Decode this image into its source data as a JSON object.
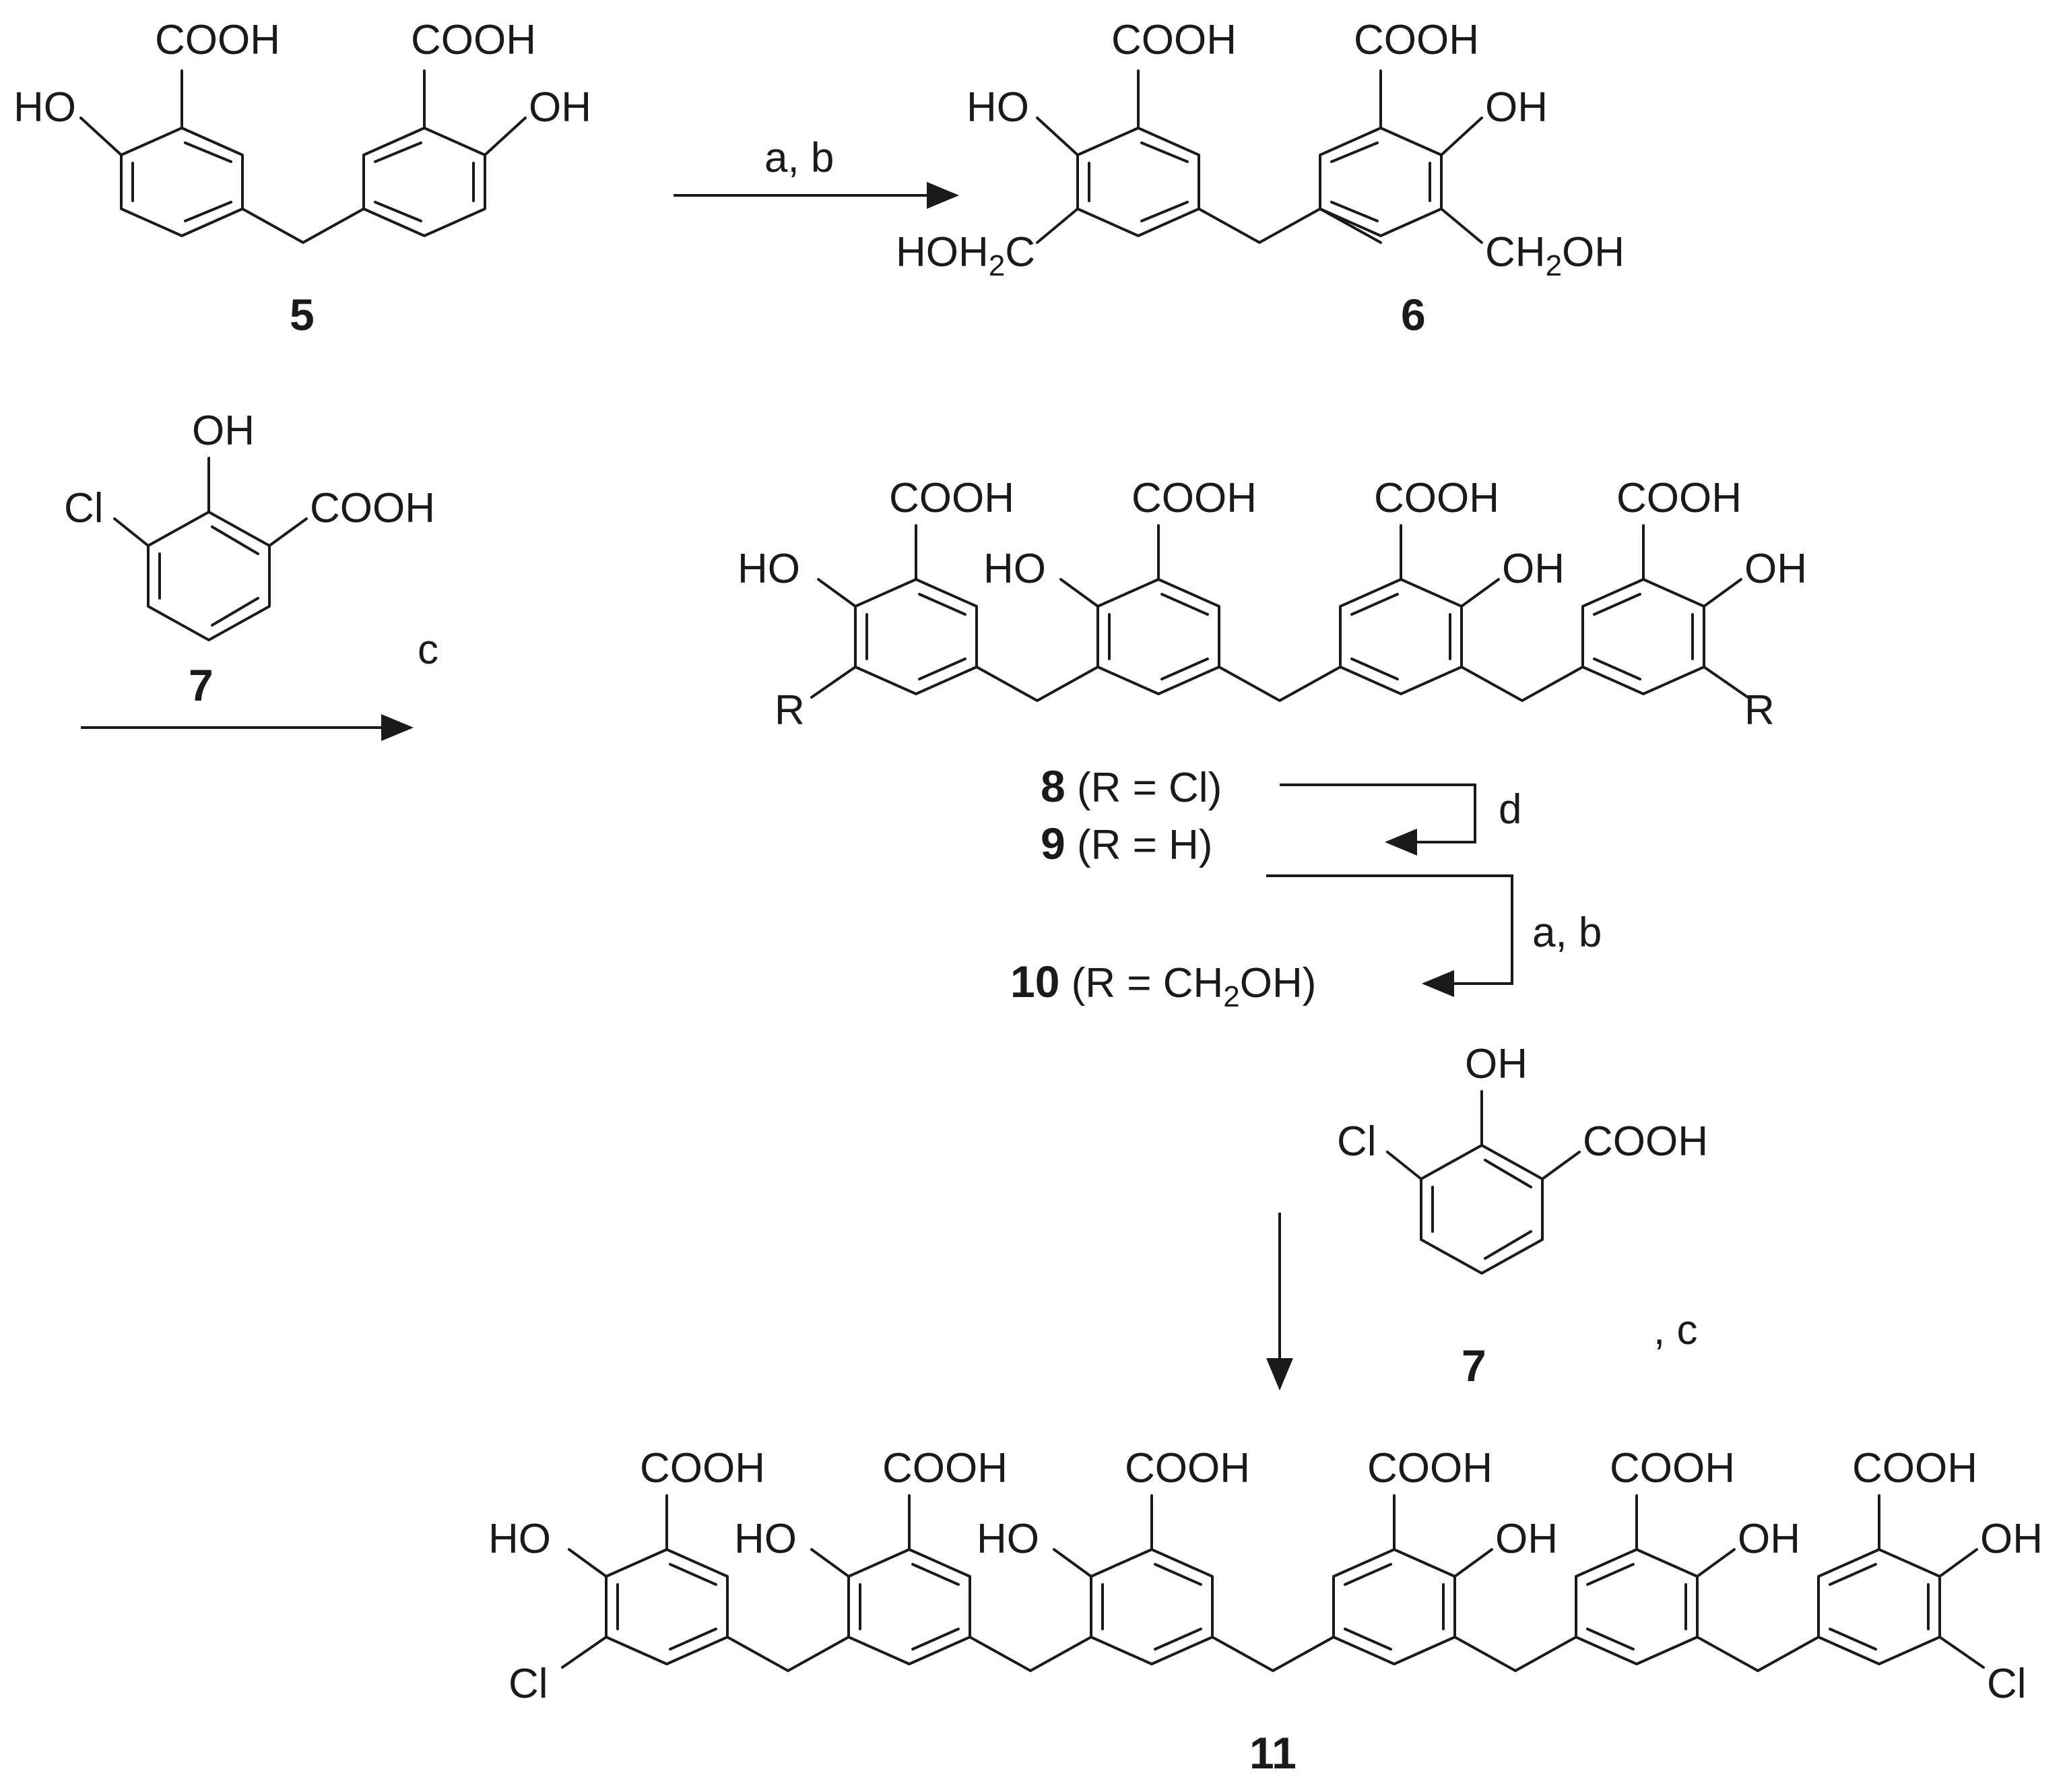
{
  "compounds": {
    "c5": {
      "number": "5"
    },
    "c6": {
      "number": "6"
    },
    "c7a": {
      "number": "7"
    },
    "c7b": {
      "number": "7"
    },
    "c8": {
      "number": "8",
      "text": " (R = Cl)"
    },
    "c9": {
      "number": "9",
      "text": " (R = H)"
    },
    "c10": {
      "number": "10",
      "text_pre": " (R = CH",
      "text_sub": "2",
      "text_post": "OH)"
    },
    "c11": {
      "number": "11"
    }
  },
  "groups": {
    "cooh": "COOH",
    "oh": "OH",
    "ho": "HO",
    "cl": "Cl",
    "r": "R",
    "hoh_pre": "HOH",
    "h2c_sub": "2",
    "h2c_post": "C",
    "ch_pre": "CH",
    "ch_sub": "2",
    "ch_post": "OH"
  },
  "reagents": {
    "step1": "a, b",
    "step2": "c",
    "step3": "d",
    "step4": "a, b",
    "step5": ", c"
  },
  "colors": {
    "ink": "#1a1a1a",
    "background": "#ffffff"
  }
}
